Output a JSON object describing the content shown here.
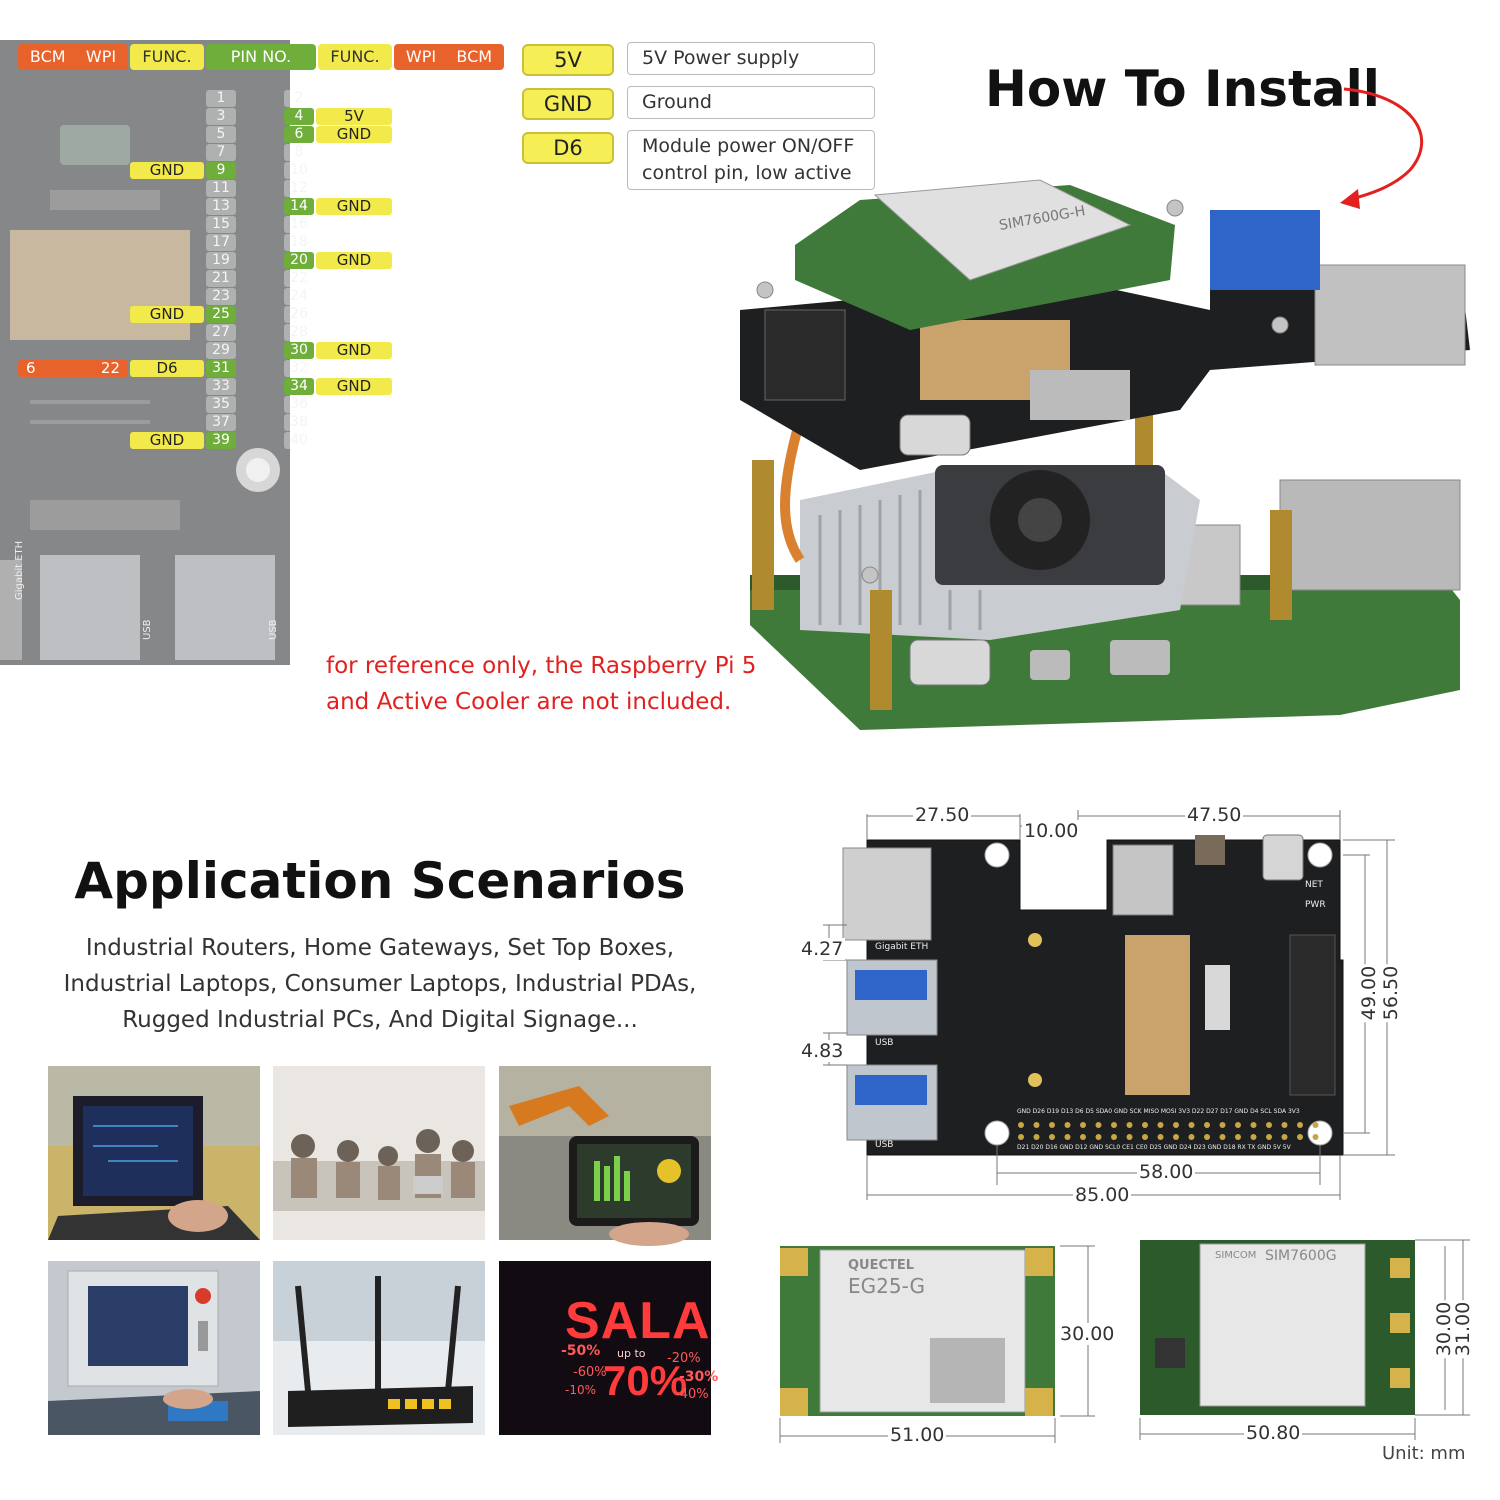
{
  "pinout": {
    "headers": [
      "BCM",
      "WPI",
      "FUNC.",
      "PIN NO.",
      "FUNC.",
      "WPI",
      "BCM"
    ],
    "left_pins": [
      "1",
      "3",
      "5",
      "7",
      "9",
      "11",
      "13",
      "15",
      "17",
      "19",
      "21",
      "23",
      "25",
      "27",
      "29",
      "31",
      "33",
      "35",
      "37",
      "39"
    ],
    "right_pins": [
      "2",
      "4",
      "6",
      "8",
      "10",
      "12",
      "14",
      "16",
      "18",
      "20",
      "22",
      "24",
      "26",
      "28",
      "30",
      "32",
      "34",
      "36",
      "38",
      "40"
    ],
    "left_tags": {
      "9": "GND",
      "25": "GND",
      "31": "D6",
      "39": "GND"
    },
    "right_tags": {
      "4": "5V",
      "6": "GND",
      "14": "GND",
      "20": "GND",
      "30": "GND",
      "34": "GND"
    },
    "bcm_31": "6",
    "wpi_31": "22",
    "board_labels": [
      "Gigabit ETH",
      "USB",
      "USB"
    ]
  },
  "legend": [
    {
      "key": "5V",
      "desc": "5V Power supply"
    },
    {
      "key": "GND",
      "desc": "Ground"
    },
    {
      "key": "D6",
      "desc": "Module power ON/OFF control pin, low active"
    }
  ],
  "install": {
    "title": "How To Install",
    "note": "for reference only, the Raspberry Pi 5 and Active Cooler are not included."
  },
  "scenarios": {
    "title": "Application Scenarios",
    "description": "Industrial Routers, Home Gateways, Set Top Boxes, Industrial Laptops, Consumer Laptops, Industrial PDAs, Rugged Industrial PCs, And Digital Signage...",
    "photos": [
      {
        "name": "industrial-laptop-photo",
        "text": ""
      },
      {
        "name": "family-laptops-photo",
        "text": ""
      },
      {
        "name": "industrial-tablet-photo",
        "text": ""
      },
      {
        "name": "industrial-pc-photo",
        "text": ""
      },
      {
        "name": "router-photo",
        "text": ""
      },
      {
        "name": "digital-signage-photo",
        "text": "SALA",
        "sub1": "-50%",
        "sub2": "up to",
        "sub3": "70%",
        "sub4": "-20%",
        "sub5": "-60%",
        "sub6": "-30%",
        "sub7": "-10%",
        "sub8": "-40%"
      }
    ]
  },
  "dimensions": {
    "top_left": "27.50",
    "top_gap": "10.00",
    "top_right": "47.50",
    "left_a": "4.27",
    "left_b": "4.83",
    "right_inner": "49.00",
    "right_outer": "56.50",
    "bottom_inner": "58.00",
    "bottom_outer": "85.00",
    "board_labels": {
      "eth": "Gigabit ETH",
      "usb1": "USB",
      "usb2": "USB",
      "net": "NET",
      "pwr": "PWR"
    },
    "pin_labels_top": "GND D26 D19 D13 D6 D5 SDA0 GND SCK MISO MOSI 3V3 D22 D27 D17 GND D4 SCL SDA 3V3",
    "pin_labels_bottom": "D21 D20 D16 GND D12 GND SCL0 CE1 CE0 D25 GND D24 D23 GND D18 RX TX GND 5V 5V"
  },
  "modules": {
    "left": {
      "brand": "QUECTEL",
      "model": "EG25-G",
      "width": "51.00",
      "height": "30.00"
    },
    "right": {
      "brand": "SIMCOM",
      "model": "SIM7600G",
      "width": "50.80",
      "height_a": "30.00",
      "height_b": "31.00"
    },
    "unit": "Unit: mm"
  },
  "colors": {
    "accent_yellow": "#f2ea4a",
    "accent_green": "#6fae3b",
    "accent_orange": "#e8632b",
    "note_red": "#e32020",
    "pcb_black": "#1e1f20",
    "pcb_green": "#3f7a3a"
  }
}
